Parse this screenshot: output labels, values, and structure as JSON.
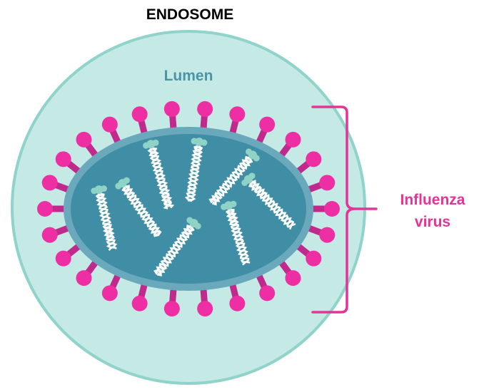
{
  "title": "ENDOSOME",
  "compartment_label": "Lumen",
  "virus_label_line1": "Influenza",
  "virus_label_line2": "virus",
  "icons": [
    "endosome-membrane",
    "virus-envelope",
    "surface-spike",
    "rna-segment"
  ],
  "colors": {
    "endosome_fill": "#c5e9e4",
    "endosome_stroke": "#8fd3cb",
    "virus_fill": "#3f8ea5",
    "virus_rim": "#6aa8bb",
    "spike": "#ee2fa3",
    "spike_stalk": "#c02a8c",
    "rna": "#ffffff",
    "rna_cap": "#8fd3c6",
    "label_text": "#4a94a8",
    "bracket": "#e23597",
    "title_text": "#000000"
  },
  "rna_segment_count": 8
}
